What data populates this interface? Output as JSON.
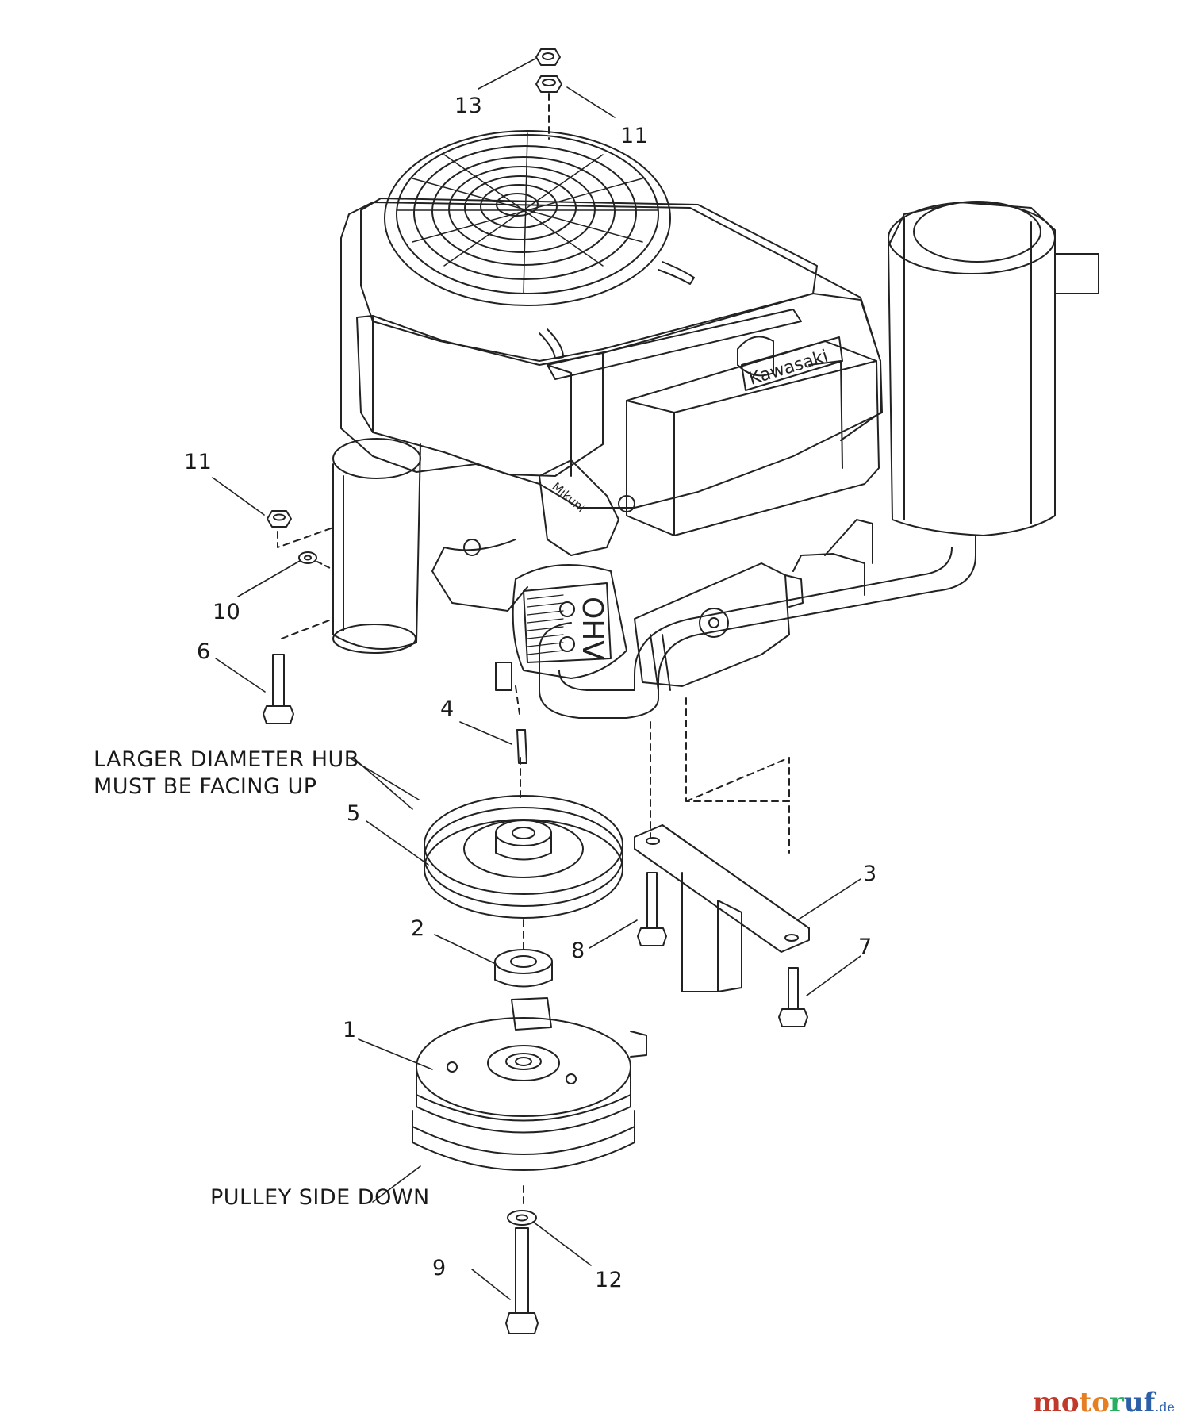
{
  "labels": {
    "p13": "13",
    "p11a": "11",
    "p11b": "11",
    "p10": "10",
    "p6": "6",
    "p4": "4",
    "p5": "5",
    "p2": "2",
    "p1": "1",
    "p9": "9",
    "p12": "12",
    "p3": "3",
    "p7": "7",
    "p8": "8"
  },
  "notes": {
    "hub_line1": "LARGER DIAMETER HUB",
    "hub_line2": "MUST BE FACING UP",
    "pulley": "PULLEY SIDE DOWN"
  },
  "engine_brand": "Kawasaki",
  "carb_brand": "Mikuni",
  "valve_cover_text": "OHV",
  "watermark": {
    "name": "motoruf",
    "suffix": ".de"
  }
}
